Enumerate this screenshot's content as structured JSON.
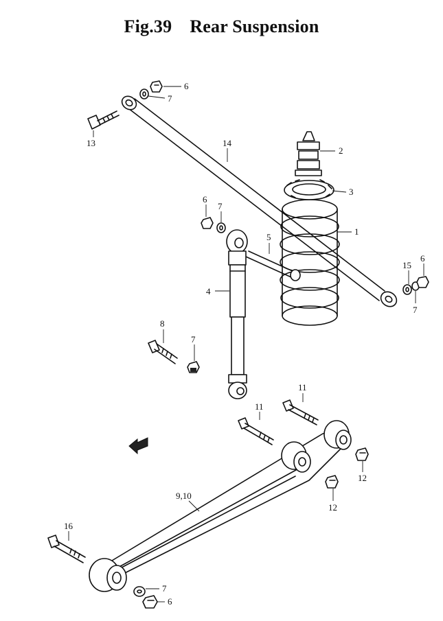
{
  "figure": {
    "number": "Fig.39",
    "title": "Rear Suspension"
  },
  "callouts": {
    "c1": "1",
    "c2": "2",
    "c3": "3",
    "c4": "4",
    "c5": "5",
    "c6_top": "6",
    "c7_top": "7",
    "c6_mid": "6",
    "c7_mid": "7",
    "c6_right": "6",
    "c7_right": "7",
    "c15": "15",
    "c8": "8",
    "c7_left": "7",
    "c13": "13",
    "c14": "14",
    "c11_a": "11",
    "c11_b": "11",
    "c12_a": "12",
    "c12_b": "12",
    "c9_10": "9,10",
    "c16": "16",
    "c7_bottom": "7",
    "c6_bottom": "6"
  }
}
